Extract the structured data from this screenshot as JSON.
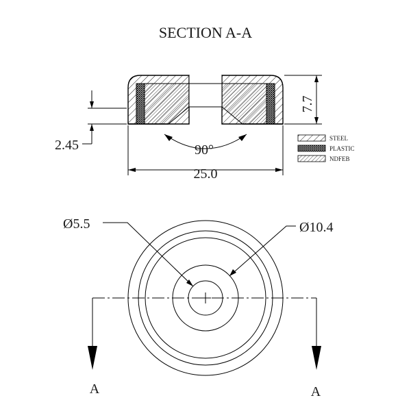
{
  "title": "SECTION A-A",
  "dimensions": {
    "height": "7.7",
    "depth": "2.45",
    "angle": "90°",
    "width": "25.0",
    "hole_small": "Ø5.5",
    "hole_large": "Ø10.4"
  },
  "legend": [
    {
      "label": "STEEL",
      "pattern": "steel"
    },
    {
      "label": "PLASTIC",
      "pattern": "plastic"
    },
    {
      "label": "NDFEB",
      "pattern": "ndfeb"
    }
  ],
  "section_markers": {
    "left": "A",
    "right": "A"
  }
}
